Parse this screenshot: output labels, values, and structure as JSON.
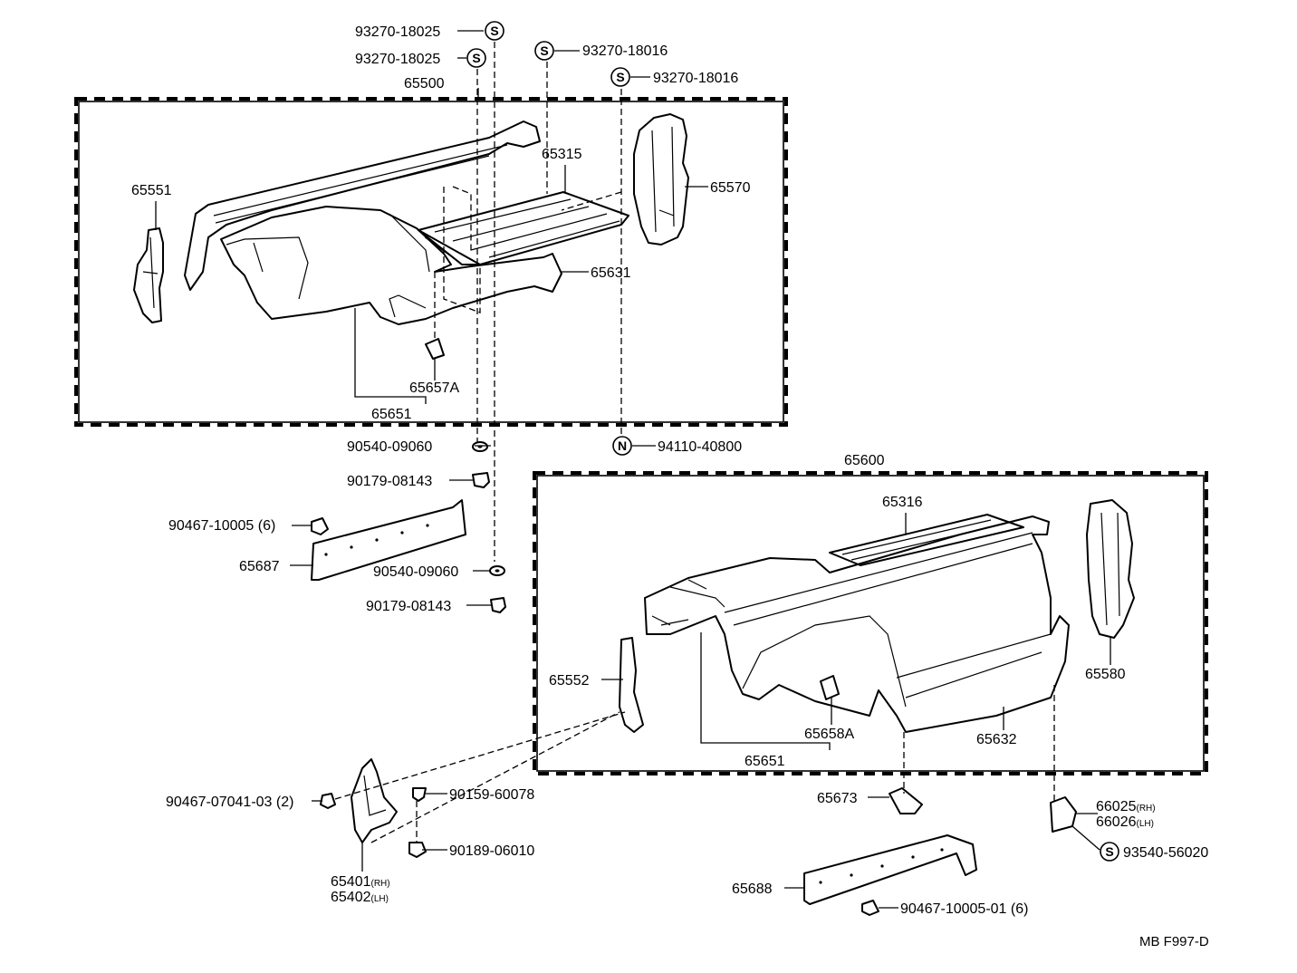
{
  "labels": {
    "p93270_18025_a": "93270-18025",
    "p93270_18025_b": "93270-18025",
    "p93270_18016_a": "93270-18016",
    "p93270_18016_b": "93270-18016",
    "p65500": "65500",
    "p65551": "65551",
    "p65315": "65315",
    "p65570": "65570",
    "p65631": "65631",
    "p65657a": "65657A",
    "p65651_top": "65651",
    "p90540_a": "90540-09060",
    "p94110": "94110-40800",
    "p90179_a": "90179-08143",
    "p90467_10005": "90467-10005 (6)",
    "p65687": "65687",
    "p90540_b": "90540-09060",
    "p90179_b": "90179-08143",
    "p65600": "65600",
    "p65316": "65316",
    "p65580": "65580",
    "p65552": "65552",
    "p65658a": "65658A",
    "p65632": "65632",
    "p65651_bottom": "65651",
    "p90467_07041": "90467-07041-03  (2)",
    "p90159": "90159-60078",
    "p90189": "90189-06010",
    "p65401": "65401",
    "p65402": "65402",
    "p65673": "65673",
    "p66025": "66025",
    "p66026": "66026",
    "p93540": "93540-56020",
    "p65688": "65688",
    "p90467_10005_01": "90467-10005-01  (6)",
    "sub_rh": "(RH)",
    "sub_lh": "(LH)"
  },
  "symbols": {
    "s": "S",
    "n": "N"
  },
  "figure_code": "MB F997-D"
}
